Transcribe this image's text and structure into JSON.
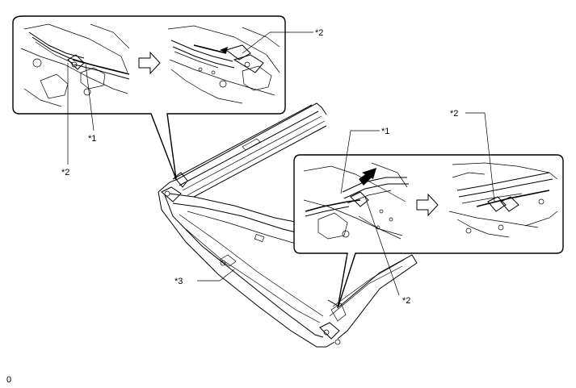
{
  "callouts": {
    "c1_top": "*1",
    "c2_top_left": "*2",
    "c2_top_right": "*2",
    "c1_right": "*1",
    "c2_right_top": "*2",
    "c2_right_bottom": "*2",
    "c3": "*3"
  },
  "footer": {
    "figure_code": "0"
  }
}
